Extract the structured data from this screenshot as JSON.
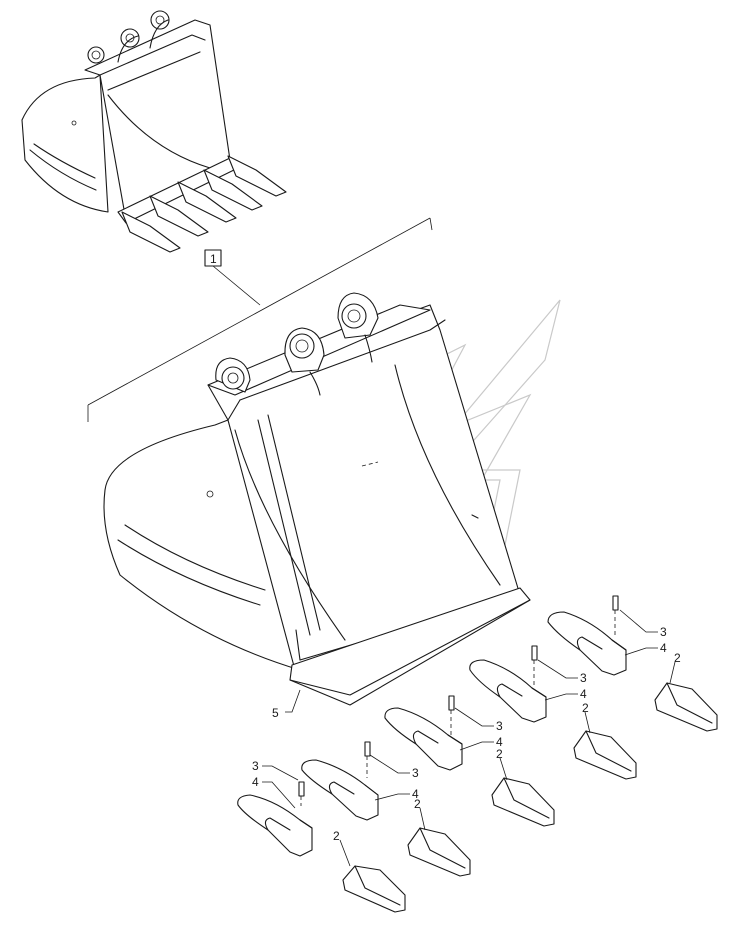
{
  "ref_box_label": "1",
  "callouts": {
    "bucket": "5",
    "pin": "3",
    "adapter": "4",
    "tooth": "2"
  },
  "colors": {
    "line": "#1a1a1a",
    "watermark": "#c9c9c9",
    "background": "#ffffff"
  }
}
